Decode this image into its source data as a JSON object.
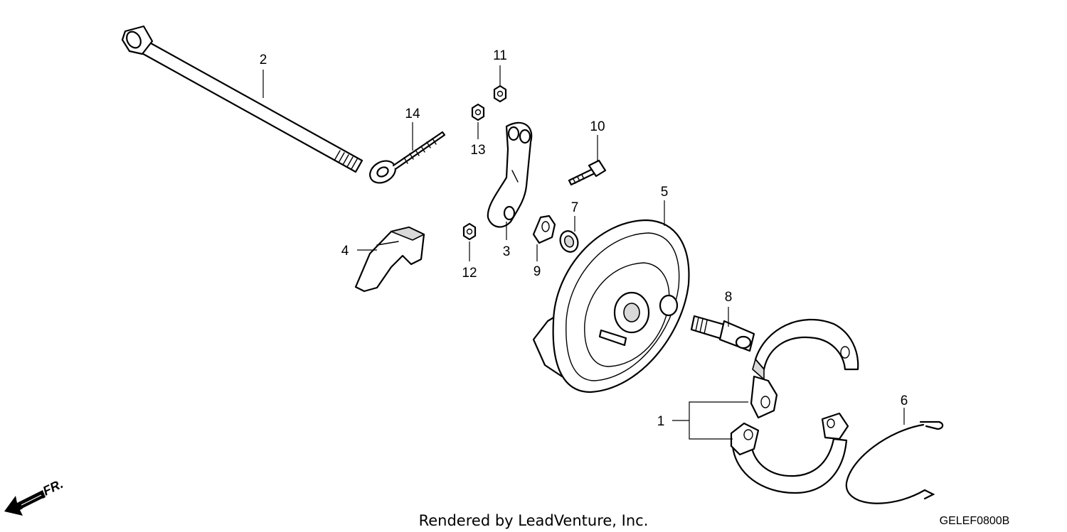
{
  "diagram": {
    "parts": [
      {
        "id": "1",
        "label": "1"
      },
      {
        "id": "2",
        "label": "2"
      },
      {
        "id": "3",
        "label": "3"
      },
      {
        "id": "4",
        "label": "4"
      },
      {
        "id": "5",
        "label": "5"
      },
      {
        "id": "6",
        "label": "6"
      },
      {
        "id": "7",
        "label": "7"
      },
      {
        "id": "8",
        "label": "8"
      },
      {
        "id": "9",
        "label": "9"
      },
      {
        "id": "10",
        "label": "10"
      },
      {
        "id": "11",
        "label": "11"
      },
      {
        "id": "12",
        "label": "12"
      },
      {
        "id": "13",
        "label": "13"
      },
      {
        "id": "14",
        "label": "14"
      }
    ],
    "direction_label": "FR.",
    "credit": "Rendered by LeadVenture, Inc.",
    "diagram_code": "GELEF0800B"
  }
}
